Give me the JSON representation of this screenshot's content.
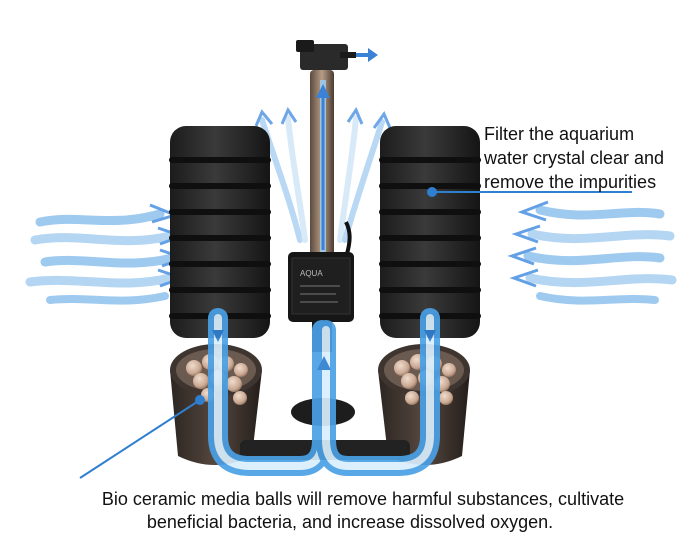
{
  "captions": {
    "top_right": [
      "Filter the aquarium",
      "water crystal clear and",
      "remove the impurities"
    ],
    "bottom": [
      "Bio ceramic media balls will remove harmful substances, cultivate",
      "beneficial bacteria, and increase dissolved oxygen."
    ]
  },
  "pump_label": "AQUA",
  "colors": {
    "sponge": "#2b2b2b",
    "sponge_ridge": "#1a1a1a",
    "flow_arrow": "#4a90e2",
    "callout_line": "#2f7fd1",
    "canister": "#3a322d",
    "ceramic_ball": "#d8bfae",
    "pipe": "#9fd1f5"
  },
  "icons": {
    "flow": "water-flow-arrow-icon",
    "callout_dot": "callout-dot-icon"
  }
}
